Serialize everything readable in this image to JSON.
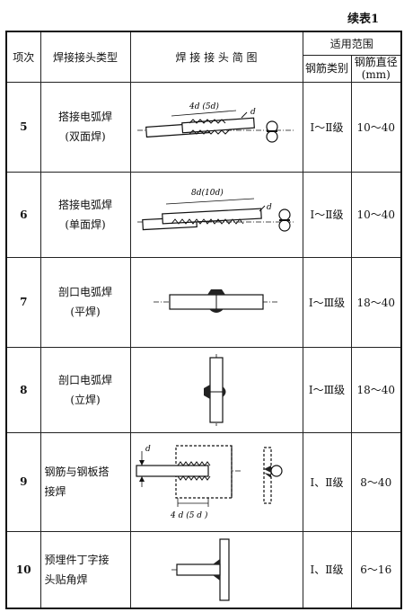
{
  "continued_label": "续表1",
  "headers": {
    "index": "项次",
    "weld_type": "焊接接头类型",
    "sketch": "焊 接 接 头 简 图",
    "scope": "适用范围",
    "bar_class": "钢筋类别",
    "bar_diameter_l1": "钢筋直径",
    "bar_diameter_l2": "(mm)"
  },
  "rows": [
    {
      "index": "5",
      "type_l1": "搭接电弧焊",
      "type_l2": "(双面焊)",
      "grade": "Ⅰ～Ⅱ级",
      "diameter": "10～40",
      "label_a": "4d (5d)",
      "label_b": "d"
    },
    {
      "index": "6",
      "type_l1": "搭接电弧焊",
      "type_l2": "(单面焊)",
      "grade": "Ⅰ～Ⅱ级",
      "diameter": "10～40",
      "label_a": "8d(10d)",
      "label_b": "d"
    },
    {
      "index": "7",
      "type_l1": "剖口电弧焊",
      "type_l2": "(平焊)",
      "grade": "Ⅰ～Ⅲ级",
      "diameter": "18～40"
    },
    {
      "index": "8",
      "type_l1": "剖口电弧焊",
      "type_l2": "(立焊)",
      "grade": "Ⅰ～Ⅲ级",
      "diameter": "18～40"
    },
    {
      "index": "9",
      "type_l1": "钢筋与钢板搭",
      "type_l2": "接焊",
      "grade": "Ⅰ、Ⅱ级",
      "diameter": "8～40",
      "label_a": "4 d (5 d )",
      "label_b": "d"
    },
    {
      "index": "10",
      "type_l1": "预埋件丁字接",
      "type_l2": "头贴角焊",
      "grade": "Ⅰ、Ⅱ级",
      "diameter": "6～16"
    }
  ]
}
